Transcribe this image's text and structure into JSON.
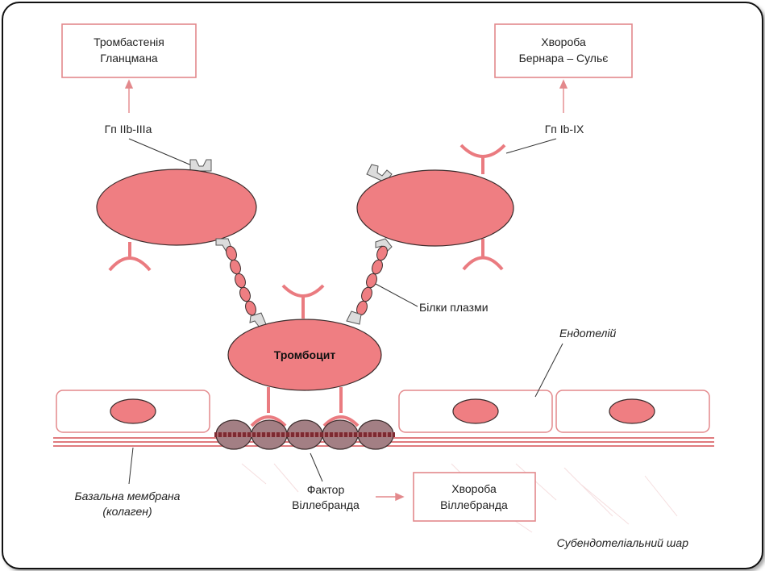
{
  "colors": {
    "cell_fill": "#ef7e82",
    "cell_stroke": "#3a2b2b",
    "receptor": "#ea7b80",
    "box_border": "#e3898c",
    "membrane_line": "#e07b7e",
    "vwf_fill": "#a37f84",
    "vwf_band": "#7d2a31",
    "gp_fill": "#dcdcdc"
  },
  "boxes": {
    "glanzmann": {
      "line1": "Тромбастенія",
      "line2": "Гланцмана"
    },
    "bernard": {
      "line1": "Хвороба",
      "line2": "Бернара – Сульє"
    },
    "vonwillebrand": {
      "line1": "Хвороба",
      "line2": "Віллебранда"
    }
  },
  "labels": {
    "gp_iib_iiia": "Гп IIb-IIIa",
    "gp_ib_ix": "Гп Ib-IX",
    "plasma_proteins": "Білки плазми",
    "platelet": "Тромбоцит",
    "endothelium": "Ендотелій",
    "basal_membrane_line1": "Базальна мембрана",
    "basal_membrane_line2": "(колаген)",
    "vwf_line1": "Фактор",
    "vwf_line2": "Віллебранда",
    "subendothelial": "Субендотеліальний шар"
  }
}
